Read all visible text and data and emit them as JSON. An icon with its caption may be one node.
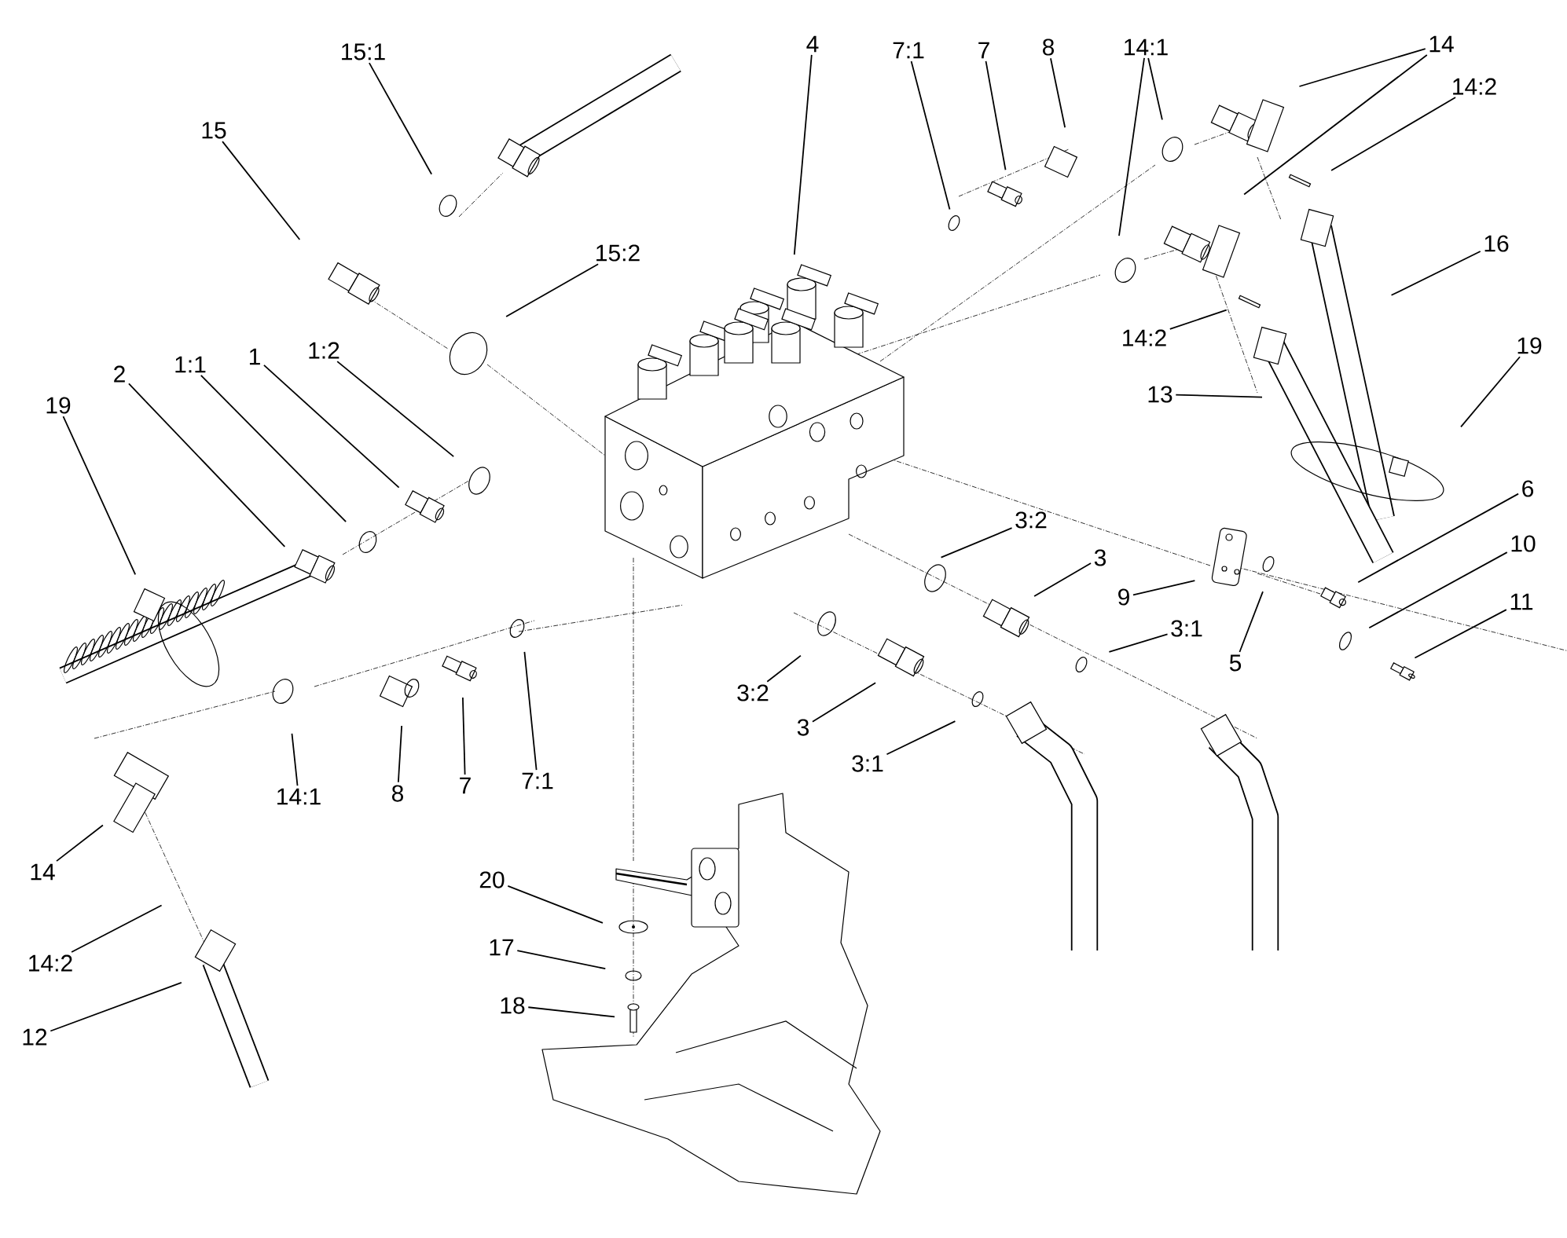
{
  "diagram": {
    "nodes": [
      {
        "text": [
          "15:1"
        ]
      },
      {
        "text": [
          "4"
        ]
      },
      {
        "text": [
          "7:1"
        ]
      },
      {
        "text": [
          "7"
        ]
      },
      {
        "text": [
          "8"
        ]
      },
      {
        "text": [
          "14:1"
        ]
      },
      {
        "text": [
          "14"
        ]
      },
      {
        "text": [
          "14:2"
        ]
      },
      {
        "text": [
          "15"
        ]
      },
      {
        "text": [
          "16"
        ]
      },
      {
        "text": [
          "15:2"
        ]
      },
      {
        "text": [
          "14:2"
        ]
      },
      {
        "text": [
          "19"
        ]
      },
      {
        "text": [
          "1:2"
        ]
      },
      {
        "text": [
          "1"
        ]
      },
      {
        "text": [
          "1:1"
        ]
      },
      {
        "text": [
          "2"
        ]
      },
      {
        "text": [
          "13"
        ]
      },
      {
        "text": [
          "19"
        ]
      },
      {
        "text": [
          "6"
        ]
      },
      {
        "text": [
          "3:2"
        ]
      },
      {
        "text": [
          "10"
        ]
      },
      {
        "text": [
          "3"
        ]
      },
      {
        "text": [
          "9"
        ]
      },
      {
        "text": [
          "11"
        ]
      },
      {
        "text": [
          "3:1"
        ]
      },
      {
        "text": [
          "5"
        ]
      },
      {
        "text": [
          "3:2"
        ]
      },
      {
        "text": [
          "3"
        ]
      },
      {
        "text": [
          "3:1"
        ]
      },
      {
        "text": [
          "14:1"
        ]
      },
      {
        "text": [
          "8"
        ]
      },
      {
        "text": [
          "7"
        ]
      },
      {
        "text": [
          "7:1"
        ]
      },
      {
        "text": [
          "14"
        ]
      },
      {
        "text": [
          "20"
        ]
      },
      {
        "text": [
          "17"
        ]
      },
      {
        "text": [
          "14:2"
        ]
      },
      {
        "text": [
          "18"
        ]
      },
      {
        "text": [
          "12"
        ]
      }
    ],
    "edges": [
      {
        "from": 0,
        "to": null,
        "arrow": "none"
      },
      {
        "from": 1,
        "to": null,
        "arrow": "none"
      },
      {
        "from": 2,
        "to": null,
        "arrow": "none"
      },
      {
        "from": 3,
        "to": null,
        "arrow": "none"
      },
      {
        "from": 4,
        "to": null,
        "arrow": "none"
      },
      {
        "from": 5,
        "to": null,
        "arrow": "none"
      },
      {
        "from": 5,
        "to": null,
        "arrow": "none"
      },
      {
        "from": 6,
        "to": null,
        "arrow": "none"
      },
      {
        "from": 6,
        "to": null,
        "arrow": "none"
      },
      {
        "from": 7,
        "to": null,
        "arrow": "none"
      },
      {
        "from": 8,
        "to": null,
        "arrow": "none"
      },
      {
        "from": 9,
        "to": null,
        "arrow": "none"
      },
      {
        "from": 10,
        "to": null,
        "arrow": "none"
      },
      {
        "from": 11,
        "to": null,
        "arrow": "none"
      },
      {
        "from": 12,
        "to": null,
        "arrow": "none"
      },
      {
        "from": 13,
        "to": null,
        "arrow": "none"
      },
      {
        "from": 14,
        "to": null,
        "arrow": "none"
      },
      {
        "from": 15,
        "to": null,
        "arrow": "none"
      },
      {
        "from": 16,
        "to": null,
        "arrow": "none"
      },
      {
        "from": 17,
        "to": null,
        "arrow": "none"
      },
      {
        "from": 18,
        "to": null,
        "arrow": "none"
      },
      {
        "from": 19,
        "to": null,
        "arrow": "none"
      },
      {
        "from": 20,
        "to": null,
        "arrow": "none"
      },
      {
        "from": 21,
        "to": null,
        "arrow": "none"
      },
      {
        "from": 22,
        "to": null,
        "arrow": "none"
      },
      {
        "from": 23,
        "to": null,
        "arrow": "none"
      },
      {
        "from": 24,
        "to": null,
        "arrow": "none"
      },
      {
        "from": 25,
        "to": null,
        "arrow": "none"
      },
      {
        "from": 26,
        "to": null,
        "arrow": "none"
      },
      {
        "from": 27,
        "to": null,
        "arrow": "none"
      },
      {
        "from": 28,
        "to": null,
        "arrow": "none"
      },
      {
        "from": 29,
        "to": null,
        "arrow": "none"
      },
      {
        "from": 30,
        "to": null,
        "arrow": "none"
      },
      {
        "from": 31,
        "to": null,
        "arrow": "none"
      },
      {
        "from": 32,
        "to": null,
        "arrow": "none"
      },
      {
        "from": 33,
        "to": null,
        "arrow": "none"
      },
      {
        "from": 34,
        "to": null,
        "arrow": "none"
      },
      {
        "from": 35,
        "to": null,
        "arrow": "none"
      },
      {
        "from": 36,
        "to": null,
        "arrow": "none"
      },
      {
        "from": 37,
        "to": null,
        "arrow": "none"
      },
      {
        "from": 38,
        "to": null,
        "arrow": "none"
      },
      {
        "from": 39,
        "to": null,
        "arrow": "none"
      }
    ]
  }
}
